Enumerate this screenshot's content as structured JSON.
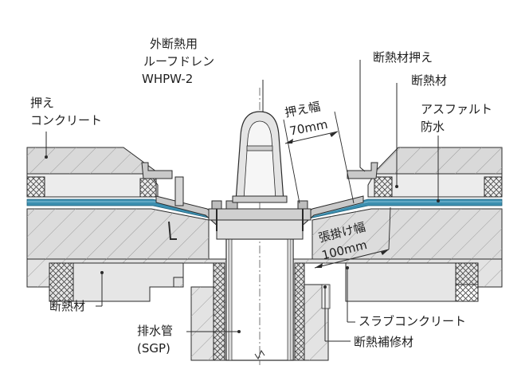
{
  "labels": {
    "drain_line1": "外断熱用",
    "drain_line2": "ルーフドレン",
    "drain_line3": "WHPW-2",
    "insul_holder": "断熱材押え",
    "insul_right": "断熱材",
    "asphalt_line1": "アスファルト",
    "asphalt_line2": "防水",
    "press_line1": "押え",
    "press_line2": "コンクリート",
    "press_width_title": "押え幅",
    "press_width_value": "70mm",
    "tension_title": "張掛け幅",
    "tension_value": "100mm",
    "insul_left": "断熱材",
    "pipe_line1": "排水管",
    "pipe_line2": "(SGP)",
    "slab": "スラブコンクリート",
    "insul_aux": "断熱補修材"
  },
  "colors": {
    "concrete": "#d9d9d9",
    "slab": "#e1e1e1",
    "insulation": "#ececec",
    "waterproof_blue": "#3c8fb0",
    "metal": "#c9c9c9",
    "line": "#2a2a2a"
  }
}
